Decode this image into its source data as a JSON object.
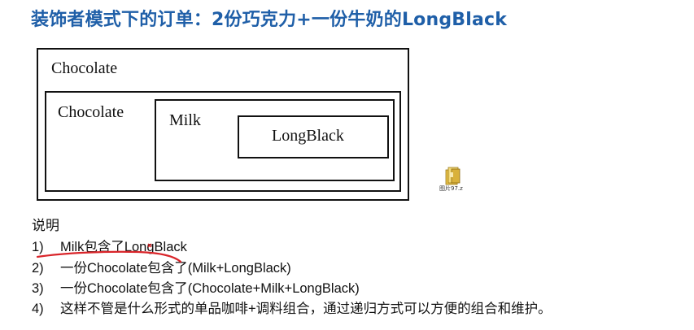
{
  "title": "装饰者模式下的订单：2份巧克力+一份牛奶的LongBlack",
  "diagram": {
    "outer_label": "Chocolate",
    "inner_label": "Chocolate",
    "milk_label": "Milk",
    "core_label": "LongBlack"
  },
  "desktop_file": {
    "icon": "folder-file-icon",
    "caption": "图片97.z"
  },
  "explanation": {
    "heading": "说明",
    "items": [
      {
        "num": "1)",
        "text": "Milk包含了LongBlack"
      },
      {
        "num": "2)",
        "text": "一份Chocolate包含了(Milk+LongBlack)"
      },
      {
        "num": "3)",
        "text": "一份Chocolate包含了(Chocolate+Milk+LongBlack)"
      },
      {
        "num": "4)",
        "text": "这样不管是什么形式的单品咖啡+调料组合，通过递归方式可以方便的组合和维护。"
      }
    ]
  },
  "colors": {
    "title": "#1f5fa8",
    "annotation": "#d9252a",
    "text": "#111111"
  }
}
